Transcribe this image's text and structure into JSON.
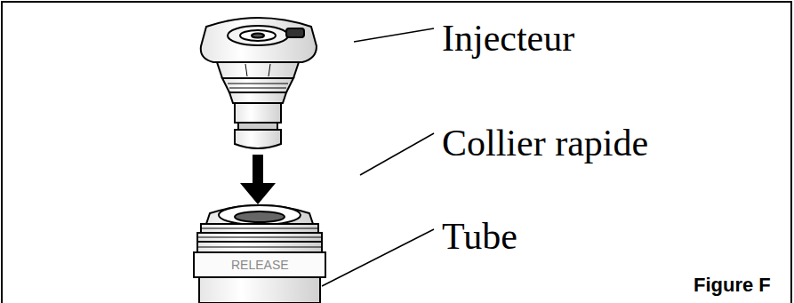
{
  "diagram": {
    "caption": "Figure F",
    "labels": [
      "Injecteur",
      "Collier rapide",
      "Tube",
      "RELEASE"
    ]
  }
}
